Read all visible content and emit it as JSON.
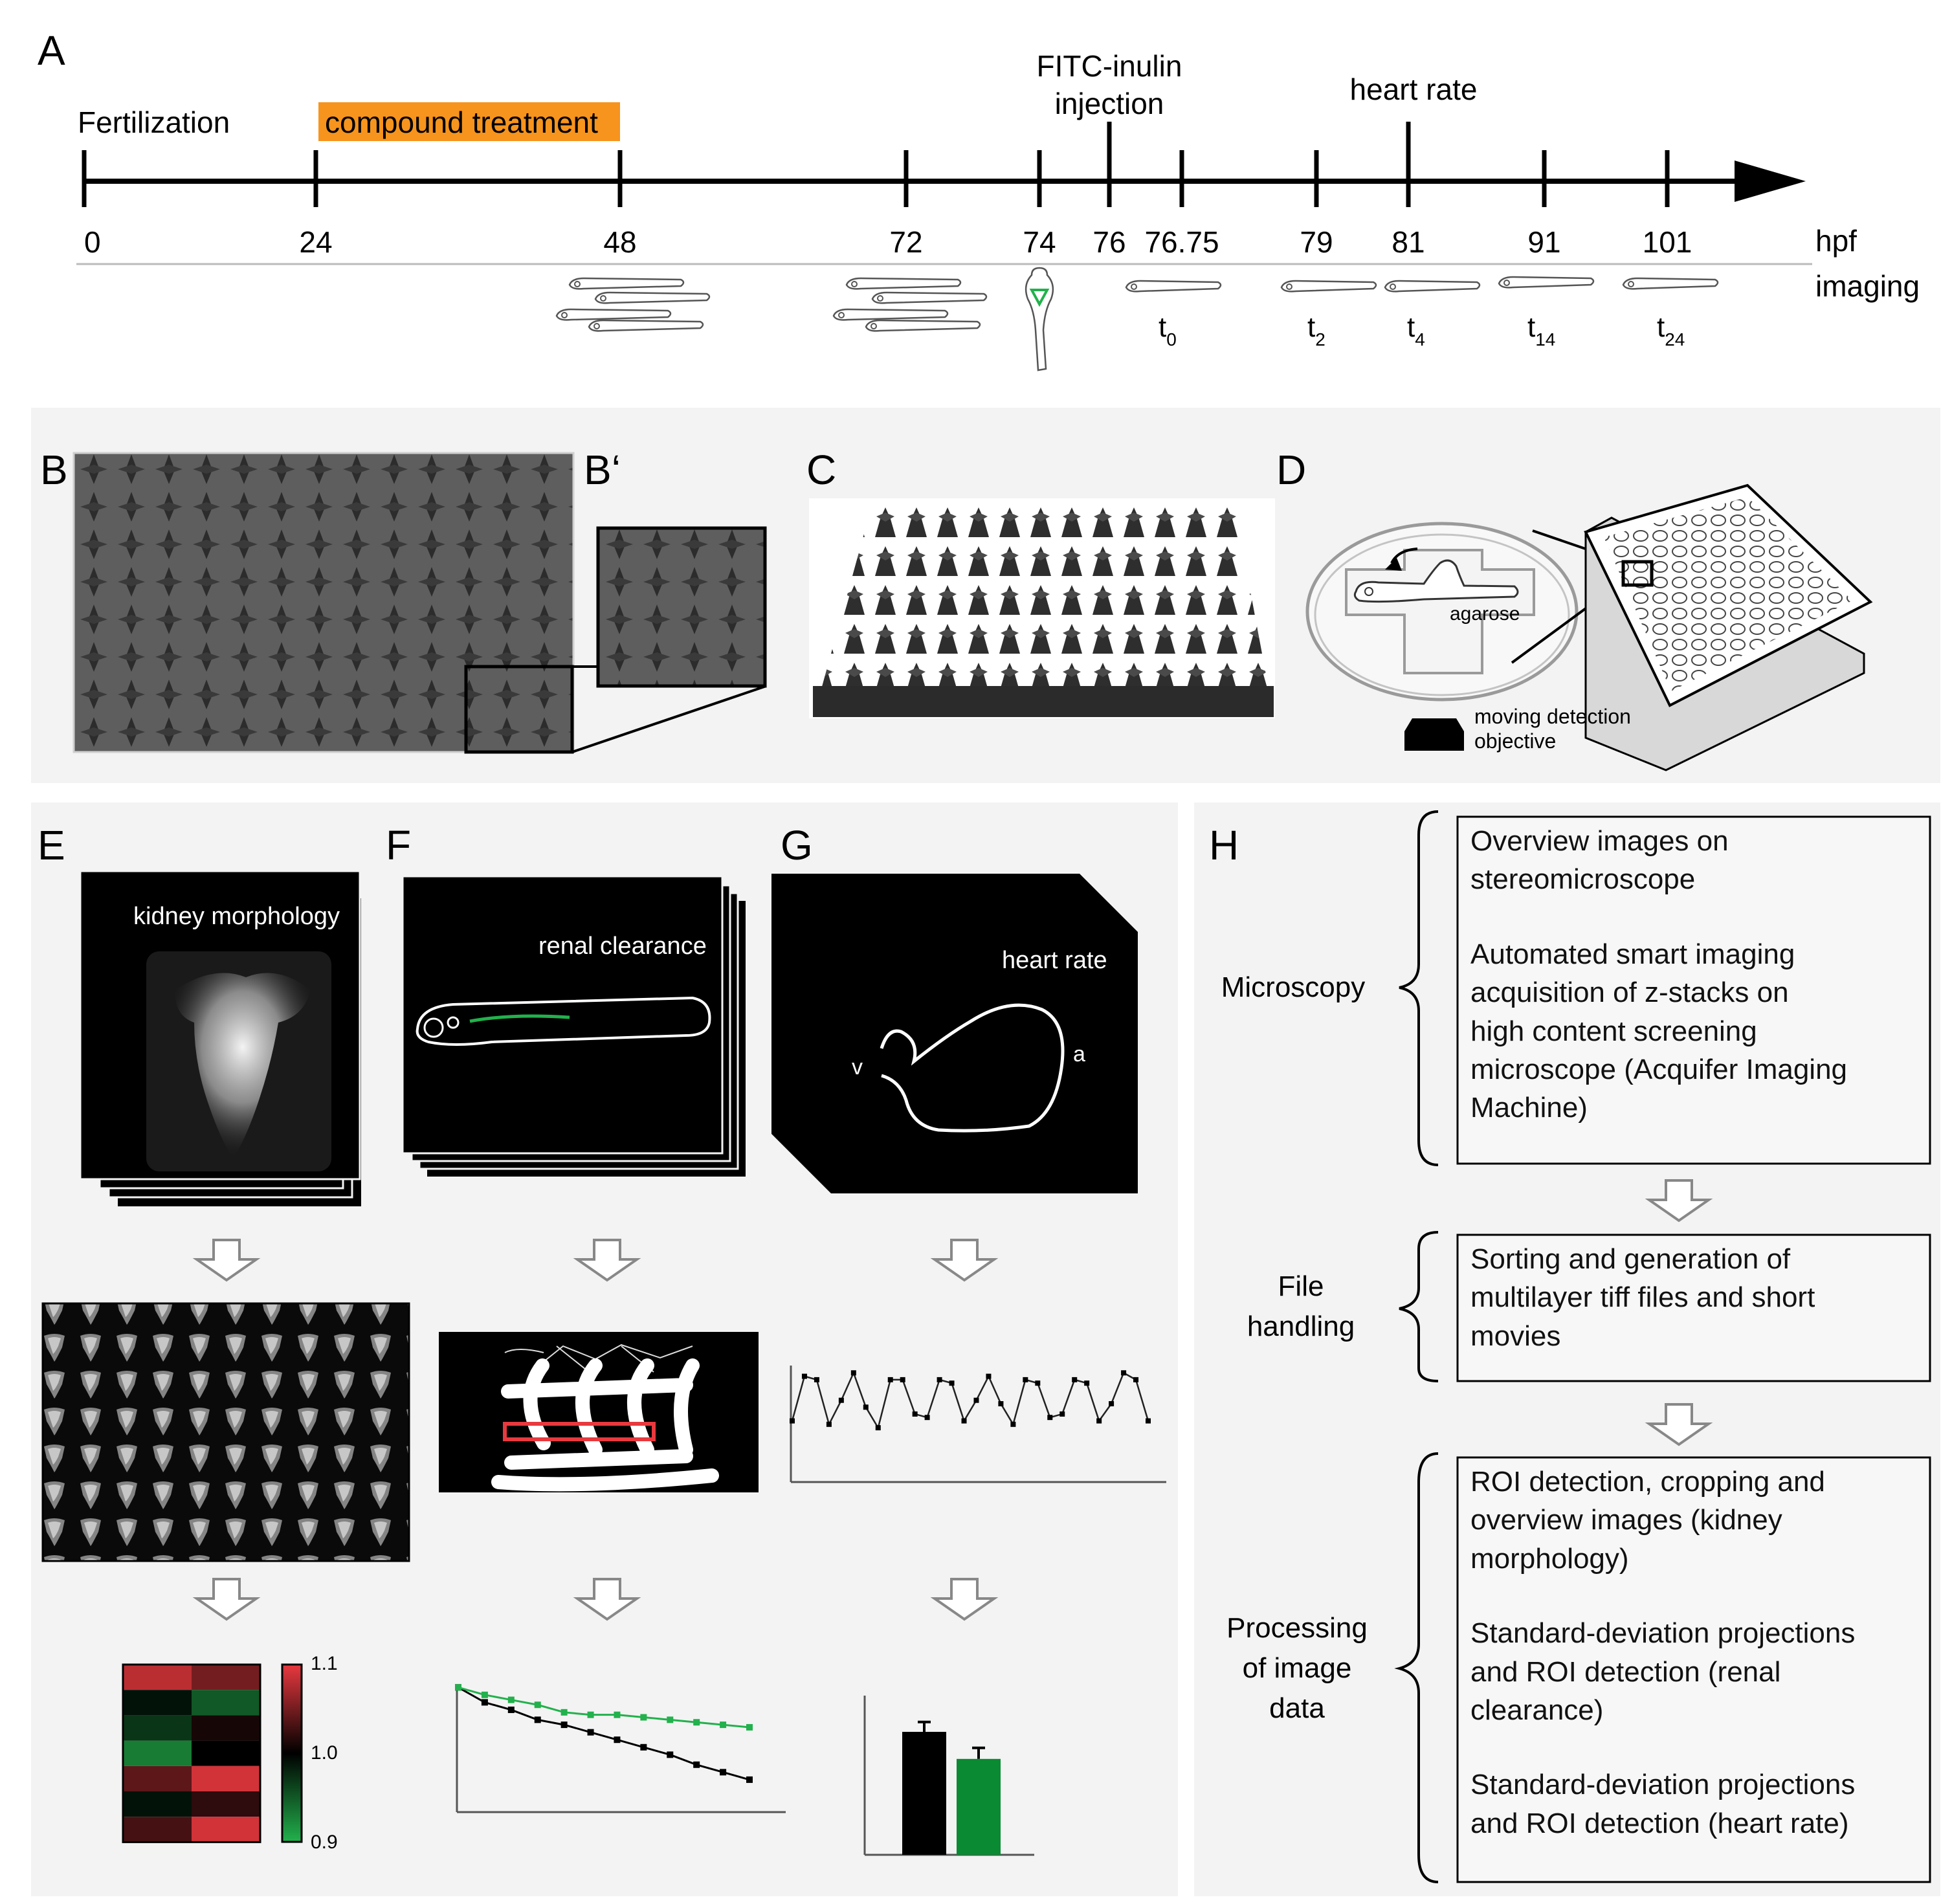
{
  "panel_labels": {
    "A": "A",
    "B": "B",
    "B_prime": "B‘",
    "C": "C",
    "D": "D",
    "E": "E",
    "F": "F",
    "G": "G",
    "H": "H"
  },
  "timeline": {
    "fertilization_label": "Fertilization",
    "treatment_label": "compound treatment",
    "treatment_color": "#f7941d",
    "injection_label_line1": "FITC-inulin",
    "injection_label_line2": "injection",
    "heart_rate_label": "heart rate",
    "ticks": [
      "0",
      "24",
      "48",
      "72",
      "74",
      "76",
      "76.75",
      "79",
      "81",
      "91",
      "101"
    ],
    "unit_label": "hpf",
    "imaging_label": "imaging",
    "time_points": [
      {
        "base": "t",
        "sub": "0"
      },
      {
        "base": "t",
        "sub": "2"
      },
      {
        "base": "t",
        "sub": "4"
      },
      {
        "base": "t",
        "sub": "14"
      },
      {
        "base": "t",
        "sub": "24"
      }
    ]
  },
  "panel_d": {
    "agarose_label": "agarose",
    "objective_label_line1": "moving detection",
    "objective_label_line2": "objective"
  },
  "panel_e": {
    "title": "kidney morphology",
    "heatmap_ticks": [
      "1.1",
      "1.0",
      "0.9"
    ],
    "heatmap_colors": {
      "high": "#e8393f",
      "mid": "#000000",
      "low": "#22b14c"
    },
    "heatmap_cells": [
      [
        1.08,
        1.05
      ],
      [
        0.99,
        0.95
      ],
      [
        0.97,
        1.01
      ],
      [
        0.93,
        1.0
      ],
      [
        1.04,
        1.09
      ],
      [
        0.99,
        1.02
      ],
      [
        1.03,
        1.09
      ]
    ]
  },
  "panel_f": {
    "title": "renal clearance",
    "line_green": [
      1.0,
      0.97,
      0.95,
      0.93,
      0.9,
      0.89,
      0.89,
      0.88,
      0.87,
      0.86,
      0.85,
      0.84
    ],
    "line_black": [
      1.0,
      0.94,
      0.91,
      0.87,
      0.85,
      0.82,
      0.79,
      0.76,
      0.73,
      0.69,
      0.66,
      0.63
    ]
  },
  "panel_g": {
    "title": "heart rate",
    "label_v": "v",
    "label_a": "a",
    "trace": [
      0.25,
      0.9,
      0.85,
      0.2,
      0.55,
      0.95,
      0.45,
      0.15,
      0.85,
      0.85,
      0.35,
      0.3,
      0.85,
      0.8,
      0.25,
      0.55,
      0.9,
      0.5,
      0.2,
      0.85,
      0.8,
      0.3,
      0.35,
      0.85,
      0.8,
      0.25,
      0.5,
      0.95,
      0.85,
      0.25
    ],
    "bars": [
      {
        "value": 1.0,
        "error": 0.08,
        "color": "#000000"
      },
      {
        "value": 0.78,
        "error": 0.09,
        "color": "#0a8a32"
      }
    ]
  },
  "panel_h": {
    "microscopy_label": "Microscopy",
    "file_handling_label": [
      "File",
      "handling"
    ],
    "processing_label": [
      "Processing",
      "of image",
      "data"
    ],
    "box1": [
      [
        "Overview images on",
        "stereomicroscope"
      ],
      [
        "Automated smart imaging",
        "acquisition of z-stacks on",
        "high content screening",
        "microscope (Acquifer Imaging",
        "Machine)"
      ]
    ],
    "box2": [
      [
        "Sorting and generation of",
        "multilayer tiff files and short",
        "movies"
      ]
    ],
    "box3": [
      [
        "ROI detection, cropping and",
        "overview images (kidney",
        "morphology)"
      ],
      [
        "Standard-deviation projections",
        "and ROI detection (renal",
        "clearance)"
      ],
      [
        "Standard-deviation projections",
        "and ROI detection (heart rate)"
      ]
    ]
  }
}
